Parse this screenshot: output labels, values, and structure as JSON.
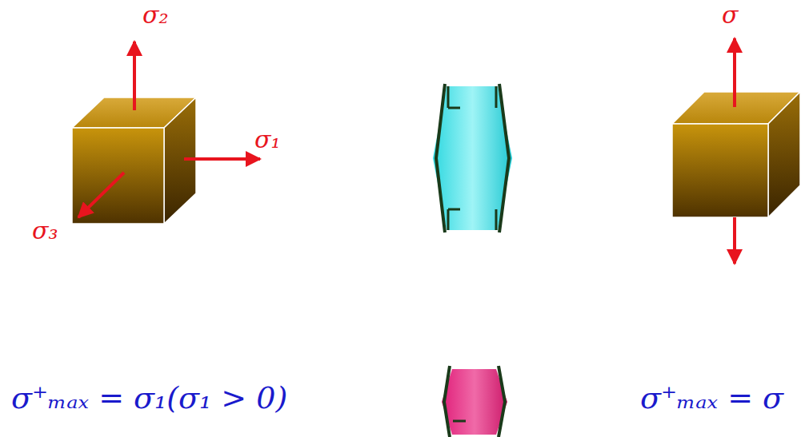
{
  "diagram": {
    "labels": [
      "σ₂",
      "σ₁",
      "σ₃",
      "σ",
      "σ⁺ₘₐₓ = σ₁(σ₁ > 0)",
      "σ⁺ₘₐₓ = σ"
    ]
  }
}
